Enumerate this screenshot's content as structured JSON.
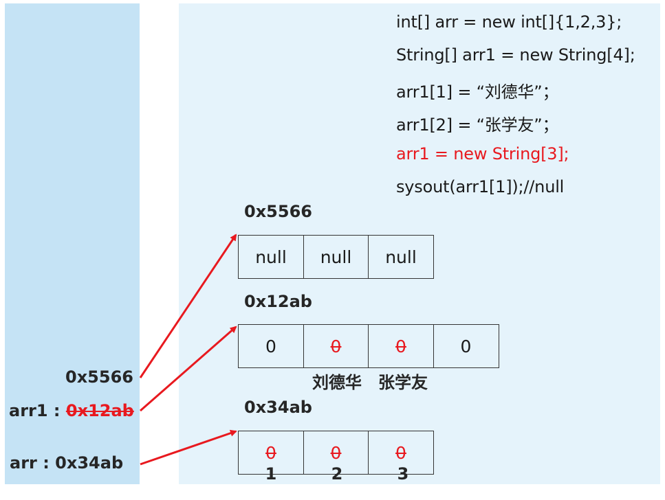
{
  "code": {
    "lines": [
      "int[] arr = new int[]{1,2,3};",
      "String[] arr1 = new String[4];",
      "arr1[1] =  “刘德华”；",
      "arr1[2] =  “张学友”；",
      "arr1 = new String[3];",
      "sysout(arr1[1]);//null"
    ],
    "highlight_color": "#e8191f"
  },
  "heap": {
    "arrays": [
      {
        "address": "0x5566",
        "cells": [
          "null",
          "null",
          "null"
        ]
      },
      {
        "address": "0x12ab",
        "cells": [
          "0",
          "0",
          "0",
          "0"
        ],
        "struck_cells": [
          1,
          2
        ],
        "under_labels": [
          "刘德华",
          "张学友"
        ]
      },
      {
        "address": "0x34ab",
        "cells": [
          "0",
          "0",
          "0"
        ],
        "struck_cells": [
          0,
          1,
          2
        ],
        "under_labels": [
          "1",
          "2",
          "3"
        ]
      }
    ]
  },
  "stack": {
    "new_ref": "0x5566",
    "arr1_name": "arr1 : ",
    "arr1_old_ref": "0x12ab",
    "arr_label": "arr : 0x34ab"
  },
  "colors": {
    "stack_bg": "#c5e3f5",
    "heap_bg": "#e5f3fb",
    "arrow": "#e8191f"
  }
}
